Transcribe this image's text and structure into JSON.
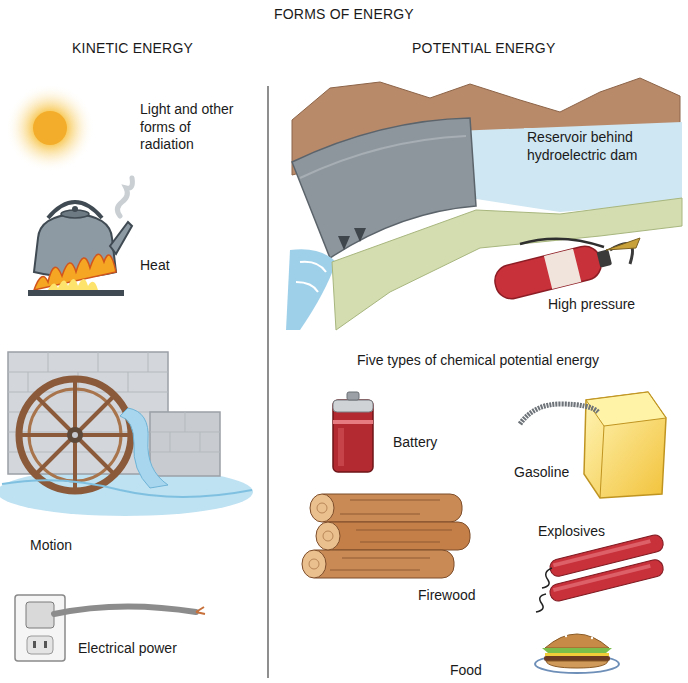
{
  "diagram": {
    "title": "FORMS OF ENERGY",
    "labels": [
      "KINETIC ENERGY",
      "POTENTIAL ENERGY",
      "Light and other forms of radiation",
      "Heat",
      "Motion",
      "Electrical power",
      "Reservoir behind hydroelectric dam",
      "High pressure",
      "Five types of chemical potential energy",
      "Battery",
      "Gasoline",
      "Firewood",
      "Explosives",
      "Food"
    ]
  }
}
